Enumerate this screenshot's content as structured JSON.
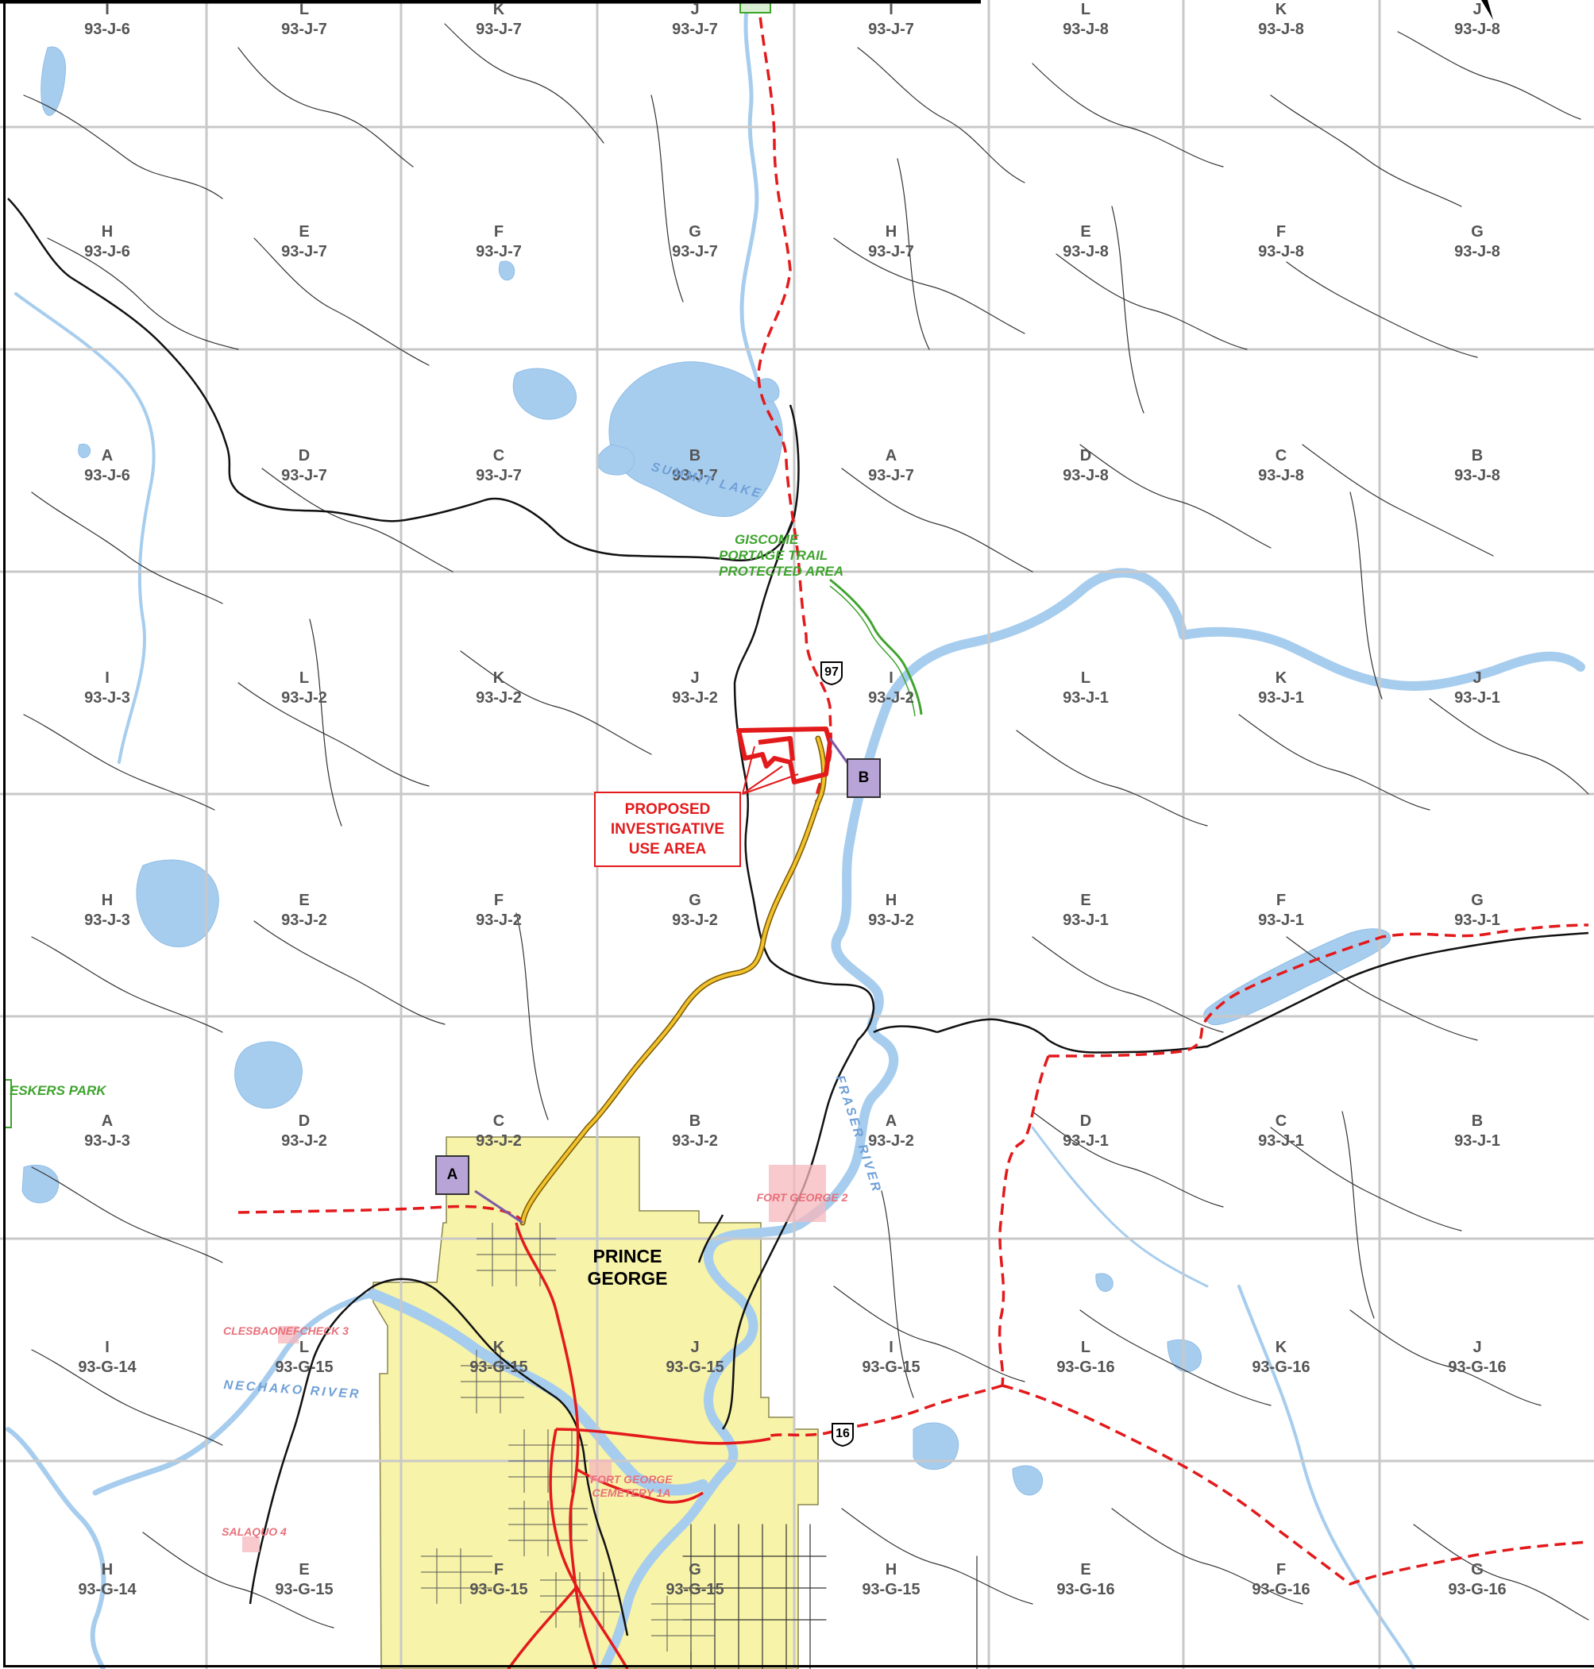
{
  "map": {
    "colors": {
      "water": "#a7cdee",
      "municipality": "#f7f3a8",
      "boundary_red": "#e31a1c",
      "proposed_highway": "#f2c12e",
      "protected_area": "#3fa42e",
      "reserve_pink": "#f6b7bc",
      "grid": "#c8c8c8",
      "railway": "#111111",
      "marker_fill": "#b9a4d8"
    },
    "grid_labels": [
      {
        "letter": "I",
        "sheet": "93-J-6"
      },
      {
        "letter": "L",
        "sheet": "93-J-7"
      },
      {
        "letter": "K",
        "sheet": "93-J-7"
      },
      {
        "letter": "J",
        "sheet": "93-J-7"
      },
      {
        "letter": "I",
        "sheet": "93-J-7"
      },
      {
        "letter": "L",
        "sheet": "93-J-8"
      },
      {
        "letter": "K",
        "sheet": "93-J-8"
      },
      {
        "letter": "J",
        "sheet": "93-J-8"
      },
      {
        "letter": "H",
        "sheet": "93-J-6"
      },
      {
        "letter": "E",
        "sheet": "93-J-7"
      },
      {
        "letter": "F",
        "sheet": "93-J-7"
      },
      {
        "letter": "G",
        "sheet": "93-J-7"
      },
      {
        "letter": "H",
        "sheet": "93-J-7"
      },
      {
        "letter": "E",
        "sheet": "93-J-8"
      },
      {
        "letter": "F",
        "sheet": "93-J-8"
      },
      {
        "letter": "G",
        "sheet": "93-J-8"
      },
      {
        "letter": "A",
        "sheet": "93-J-6"
      },
      {
        "letter": "D",
        "sheet": "93-J-7"
      },
      {
        "letter": "C",
        "sheet": "93-J-7"
      },
      {
        "letter": "B",
        "sheet": "93-J-7"
      },
      {
        "letter": "A",
        "sheet": "93-J-7"
      },
      {
        "letter": "D",
        "sheet": "93-J-8"
      },
      {
        "letter": "C",
        "sheet": "93-J-8"
      },
      {
        "letter": "B",
        "sheet": "93-J-8"
      },
      {
        "letter": "I",
        "sheet": "93-J-3"
      },
      {
        "letter": "L",
        "sheet": "93-J-2"
      },
      {
        "letter": "K",
        "sheet": "93-J-2"
      },
      {
        "letter": "J",
        "sheet": "93-J-2"
      },
      {
        "letter": "I",
        "sheet": "93-J-2"
      },
      {
        "letter": "L",
        "sheet": "93-J-1"
      },
      {
        "letter": "K",
        "sheet": "93-J-1"
      },
      {
        "letter": "J",
        "sheet": "93-J-1"
      },
      {
        "letter": "H",
        "sheet": "93-J-3"
      },
      {
        "letter": "E",
        "sheet": "93-J-2"
      },
      {
        "letter": "F",
        "sheet": "93-J-2"
      },
      {
        "letter": "G",
        "sheet": "93-J-2"
      },
      {
        "letter": "H",
        "sheet": "93-J-2"
      },
      {
        "letter": "E",
        "sheet": "93-J-1"
      },
      {
        "letter": "F",
        "sheet": "93-J-1"
      },
      {
        "letter": "G",
        "sheet": "93-J-1"
      },
      {
        "letter": "A",
        "sheet": "93-J-3"
      },
      {
        "letter": "D",
        "sheet": "93-J-2"
      },
      {
        "letter": "C",
        "sheet": "93-J-2"
      },
      {
        "letter": "B",
        "sheet": "93-J-2"
      },
      {
        "letter": "A",
        "sheet": "93-J-2"
      },
      {
        "letter": "D",
        "sheet": "93-J-1"
      },
      {
        "letter": "C",
        "sheet": "93-J-1"
      },
      {
        "letter": "B",
        "sheet": "93-J-1"
      },
      {
        "letter": "I",
        "sheet": "93-G-14"
      },
      {
        "letter": "L",
        "sheet": "93-G-15"
      },
      {
        "letter": "K",
        "sheet": "93-G-15"
      },
      {
        "letter": "J",
        "sheet": "93-G-15"
      },
      {
        "letter": "I",
        "sheet": "93-G-15"
      },
      {
        "letter": "L",
        "sheet": "93-G-16"
      },
      {
        "letter": "K",
        "sheet": "93-G-16"
      },
      {
        "letter": "J",
        "sheet": "93-G-16"
      },
      {
        "letter": "H",
        "sheet": "93-G-14"
      },
      {
        "letter": "E",
        "sheet": "93-G-15"
      },
      {
        "letter": "F",
        "sheet": "93-G-15"
      },
      {
        "letter": "G",
        "sheet": "93-G-15"
      },
      {
        "letter": "H",
        "sheet": "93-G-15"
      },
      {
        "letter": "E",
        "sheet": "93-G-16"
      },
      {
        "letter": "F",
        "sheet": "93-G-16"
      },
      {
        "letter": "G",
        "sheet": "93-G-16"
      }
    ],
    "callout": {
      "line1": "PROPOSED",
      "line2": "INVESTIGATIVE",
      "line3": "USE AREA"
    },
    "markers": {
      "a": "A",
      "b": "B"
    },
    "highway_shields": {
      "hwy97": "97",
      "hwy16": "16"
    },
    "place_labels": {
      "city_line1": "PRINCE",
      "city_line2": "GEORGE",
      "giscome_line1": "GISCOME",
      "giscome_line2": "PORTAGE TRAIL",
      "giscome_line3": "PROTECTED AREA",
      "eskers": "ESKERS PARK",
      "fort_george_2": "FORT GEORGE 2",
      "cemetery_line1": "FORT GEORGE",
      "cemetery_line2": "CEMETERY 1A",
      "clesbaonefcheck": "CLESBAONEFCHECK 3",
      "salaquo": "SALAQUO 4"
    },
    "water_labels": {
      "summit_lake": "SUMMIT LAKE",
      "nechako_river": "NECHAKO RIVER",
      "fraser_river": "FRASER RIVER"
    }
  }
}
